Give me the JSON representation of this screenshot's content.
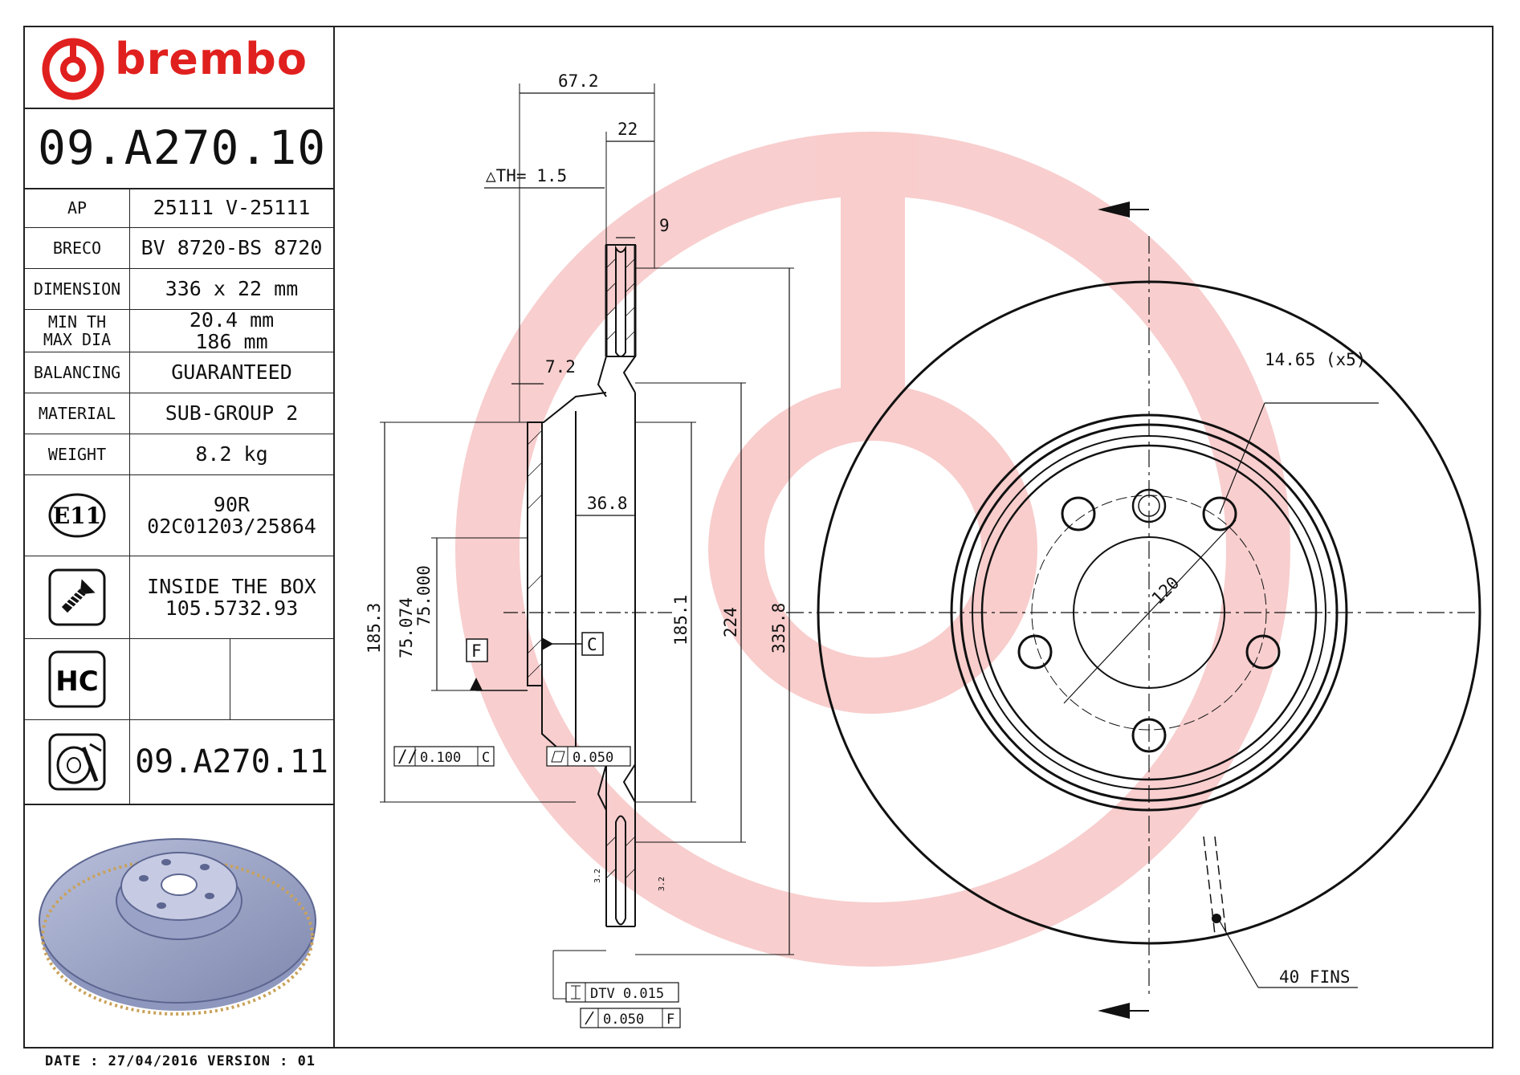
{
  "brand": {
    "name": "brembo",
    "color": "#e0201e"
  },
  "part_number": "09.A270.10",
  "specs": [
    {
      "label": "AP",
      "value": "25111 V-25111"
    },
    {
      "label": "BRECO",
      "value": "BV 8720-BS 8720"
    },
    {
      "label": "DIMENSION",
      "value": "336 x 22 mm"
    },
    {
      "label1": "MIN TH",
      "label2": "MAX DIA",
      "value1": "20.4 mm",
      "value2": "186 mm"
    },
    {
      "label": "BALANCING",
      "value": "GUARANTEED"
    },
    {
      "label": "MATERIAL",
      "value": "SUB-GROUP 2"
    },
    {
      "label": "WEIGHT",
      "value": "8.2 kg"
    }
  ],
  "homologation": {
    "icon_text": "E11",
    "line1": "90R",
    "line2": "02C01203/25864"
  },
  "screw": {
    "icon": "screw-icon",
    "line1": "INSIDE THE BOX",
    "line2": "105.5732.93"
  },
  "hc": {
    "icon_text": "HC"
  },
  "alt_part": {
    "icon": "coated-disc-icon",
    "value": "09.A270.11"
  },
  "footer": "DATE : 27/04/2016 VERSION : 01",
  "section_view": {
    "dim_total": "67.2",
    "dim_thickness": "22",
    "th_label": "△TH= 1.5",
    "dim_vane": "9",
    "dim_hat": "7.2",
    "dim_offset": "36.8",
    "dia_1853": "185.3",
    "dia_75074": "75.074",
    "dia_75000": "75.000",
    "dia_1851": "185.1",
    "dia_224": "224",
    "dia_3358": "335.8",
    "datum_f": "F",
    "datum_c": "C",
    "tol_parallel": "0.100",
    "tol_parallel_ref": "C",
    "tol_flat": "0.050",
    "dtv": "DTV 0.015",
    "runout": "0.050",
    "runout_ref": "F",
    "rough1": "3.2",
    "rough2": "3.2"
  },
  "front_view": {
    "holes_label": "14.65 (x5)",
    "pcd": "120",
    "fins_label": "40 FINS"
  }
}
